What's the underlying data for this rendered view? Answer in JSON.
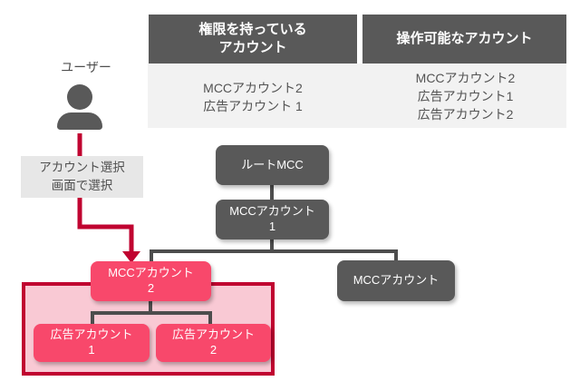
{
  "legend": {
    "columns": [
      {
        "header": "権限を持っている\nアカウント",
        "items": [
          "MCCアカウント2",
          "広告アカウント 1"
        ]
      },
      {
        "header": "操作可能なアカウント",
        "items": [
          "MCCアカウント2",
          "広告アカウント1",
          "広告アカウント2"
        ]
      }
    ]
  },
  "user": {
    "label": "ユーザー",
    "note": "アカウント選択\n画面で選択"
  },
  "tree": {
    "root_label": "ルートMCC",
    "mcc1_label": "MCCアカウント\n1",
    "mcc2_label": "MCCアカウント\n2",
    "mcc_other_label": "MCCアカウント",
    "ad1_label": "広告アカウント\n1",
    "ad2_label": "広告アカウント\n2"
  },
  "colors": {
    "node_dark_gray": "#595959",
    "connector_gray": "#4d4d4d",
    "legend_panel_gray": "#f2f2f2",
    "note_gray": "#e7e7e7",
    "node_pink": "#f8486b",
    "highlight_fill_pink": "#f9c9d4",
    "accent_red": "#c00330"
  }
}
